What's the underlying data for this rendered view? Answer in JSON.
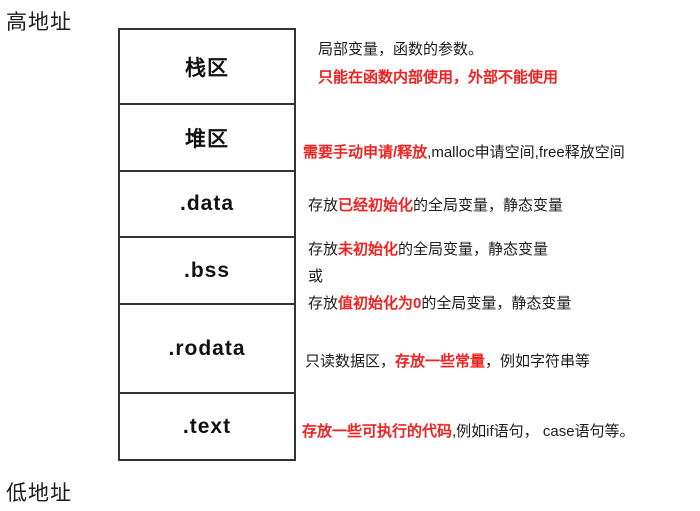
{
  "labels": {
    "high_address": "高地址",
    "low_address": "低地址"
  },
  "memory": {
    "sections": [
      {
        "id": "stack",
        "label": "栈区"
      },
      {
        "id": "heap",
        "label": "堆区"
      },
      {
        "id": "data",
        "label": ".data"
      },
      {
        "id": "bss",
        "label": ".bss"
      },
      {
        "id": "rodata",
        "label": ".rodata"
      },
      {
        "id": "text",
        "label": ".text"
      }
    ]
  },
  "annotations": {
    "stack": {
      "line1": "局部变量，函数的参数。",
      "line2_red": "只能在函数内部使用，外部不能使用"
    },
    "heap": {
      "red": "需要手动申请/释放",
      "rest": ",malloc申请空间,free释放空间"
    },
    "data": {
      "pre": "存放",
      "red": "已经初始化",
      "post": "的全局变量，静态变量"
    },
    "bss": {
      "line1_pre": "存放",
      "line1_red": "未初始化",
      "line1_post": "的全局变量，静态变量",
      "line2": "或",
      "line3_pre": "存放",
      "line3_red": "值初始化为0",
      "line3_post": "的全局变量，静态变量"
    },
    "rodata": {
      "pre": "只读数据区，",
      "red": "存放一些常量",
      "post": "，例如字符串等"
    },
    "text": {
      "red": "存放一些可执行的代码",
      "post": ",例如if语句， case语句等。"
    }
  },
  "colors": {
    "red": "#ee2222",
    "ink": "#1c1c1c",
    "border": "#333333",
    "background": "#ffffff"
  }
}
